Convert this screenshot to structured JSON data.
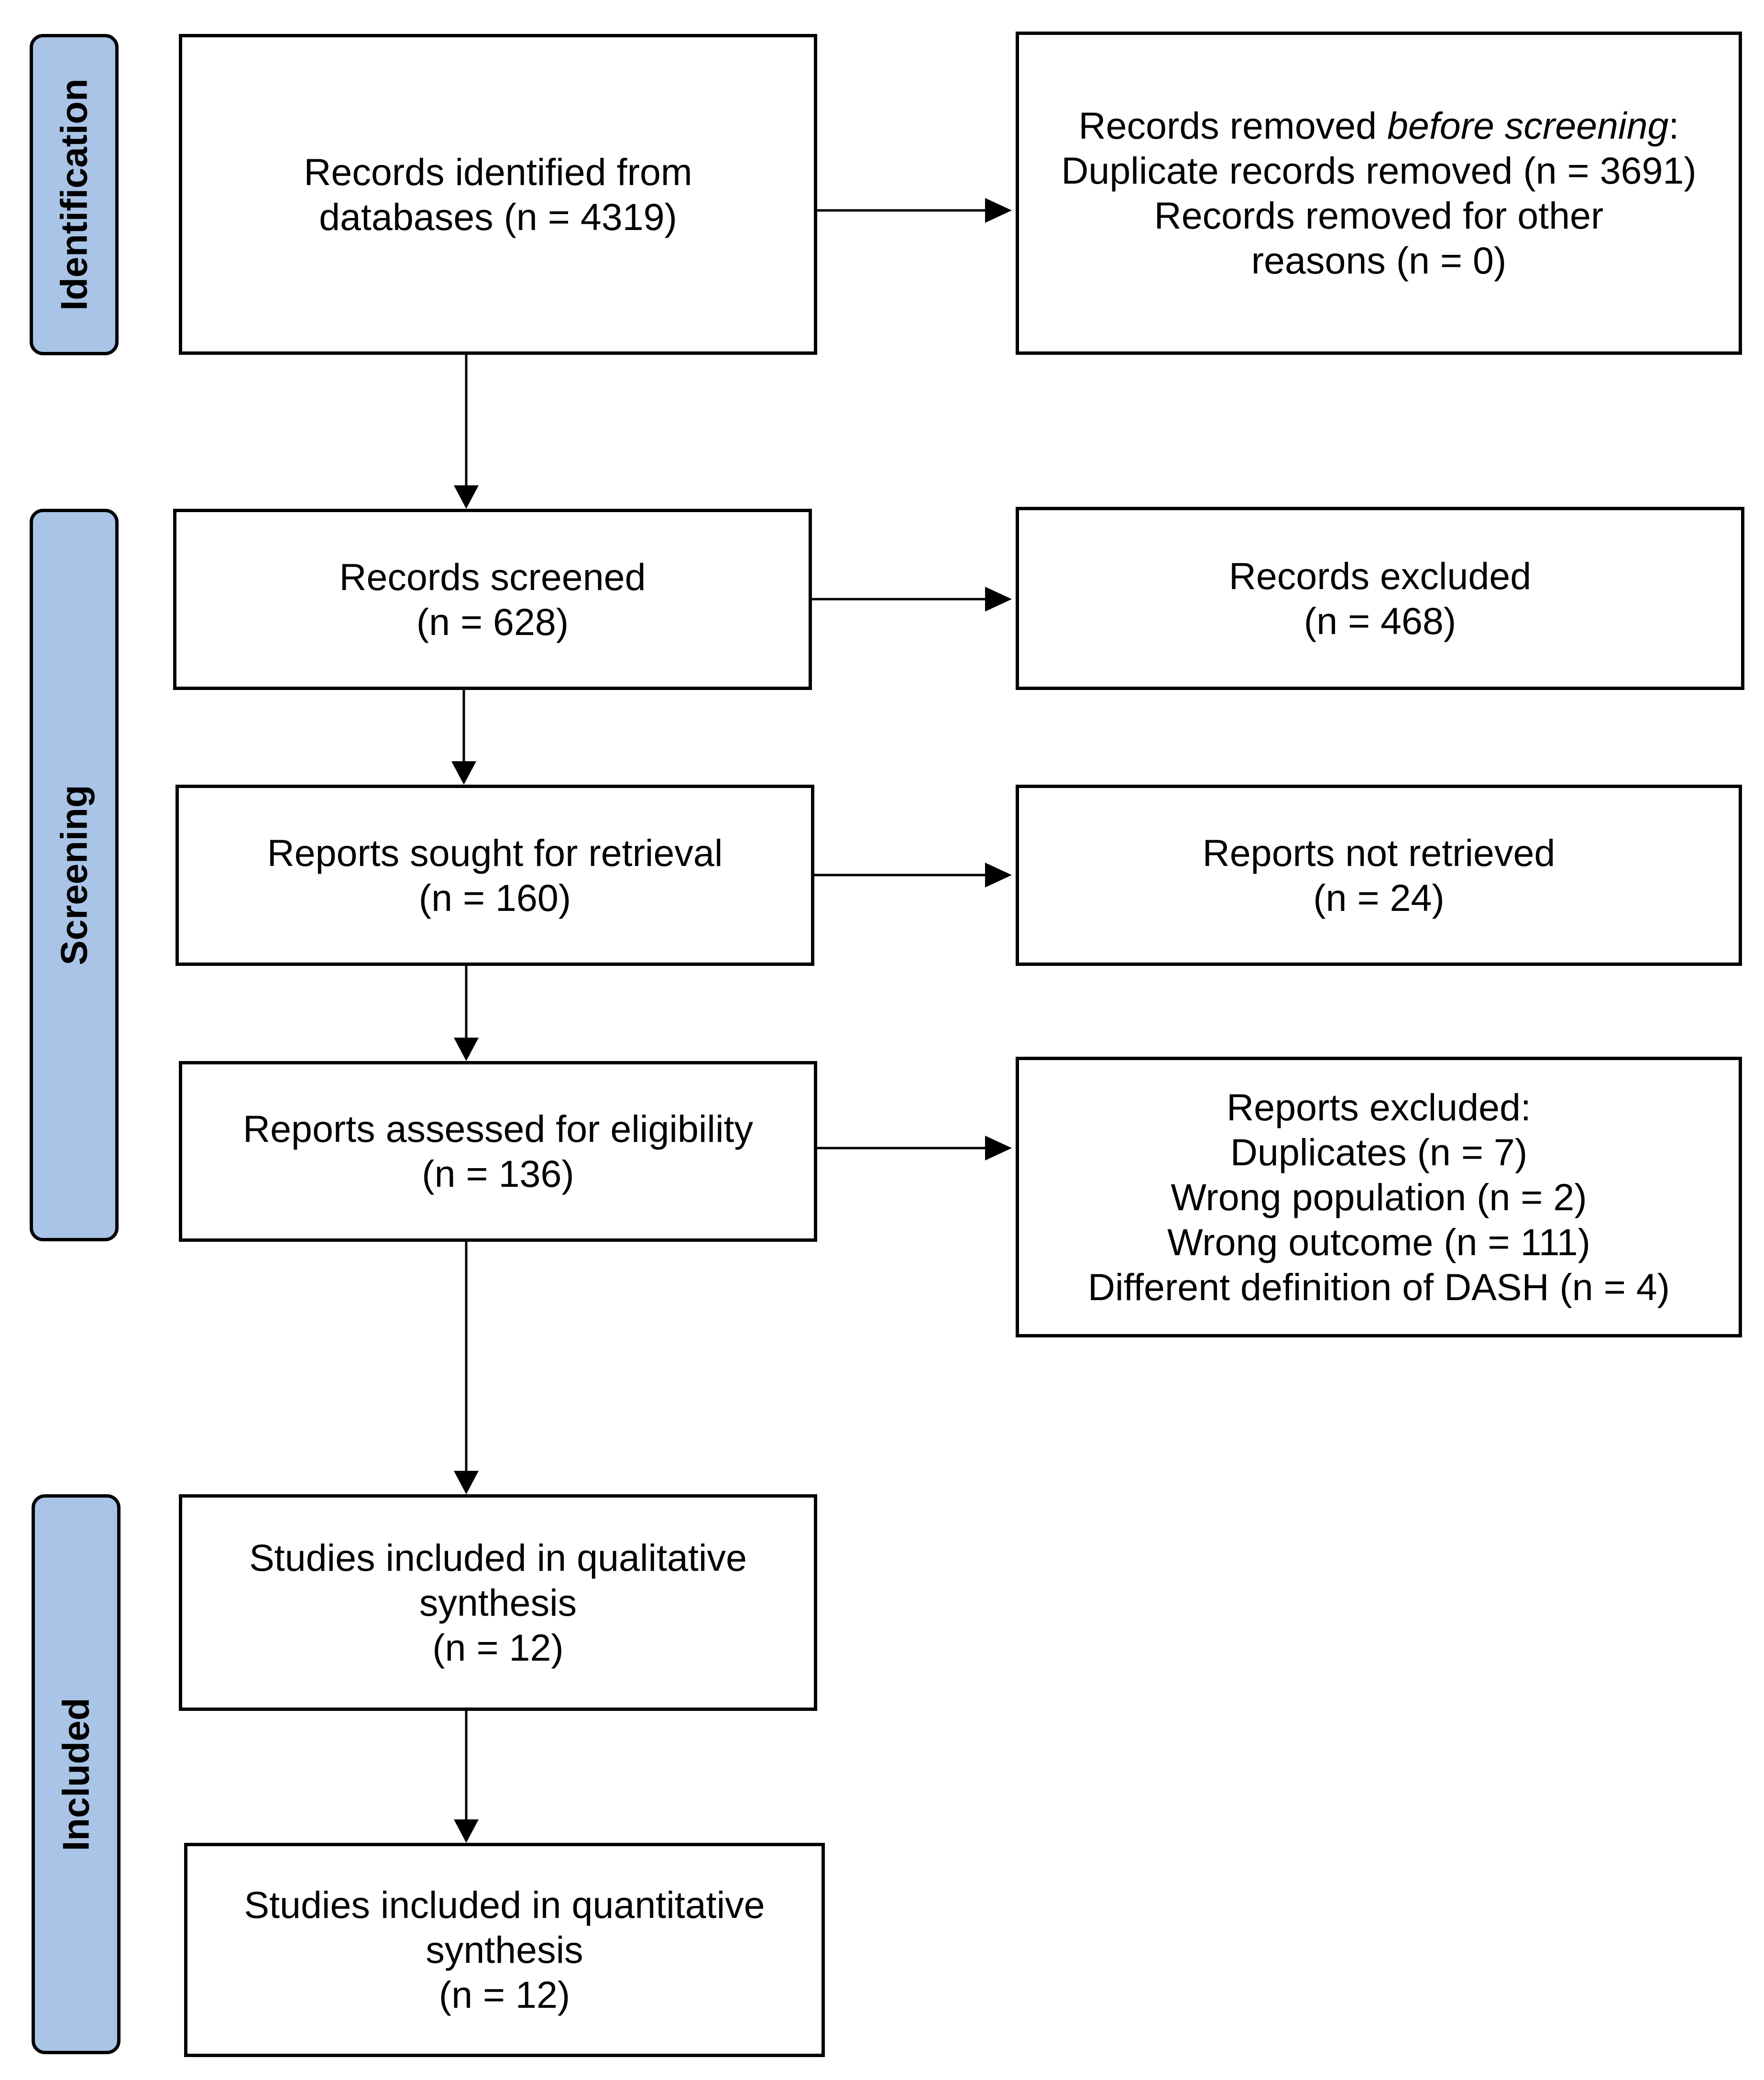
{
  "phases": {
    "identification": "Identification",
    "screening": "Screening",
    "included": "Included"
  },
  "boxes": {
    "records_identified": {
      "line1": "Records identified from",
      "line2": "databases (n = 4319)"
    },
    "records_removed": {
      "heading_prefix": "Records removed ",
      "heading_emphasis": "before screening",
      "heading_suffix": ":",
      "line2": "Duplicate records removed (n = 3691)",
      "line3": "Records removed for other",
      "line4": "reasons (n = 0)"
    },
    "records_screened": {
      "line1": "Records screened",
      "line2": "(n = 628)"
    },
    "records_excluded": {
      "line1": "Records excluded",
      "line2": "(n = 468)"
    },
    "reports_sought": {
      "line1": "Reports sought for retrieval",
      "line2": "(n = 160)"
    },
    "reports_not_retrieved": {
      "line1": "Reports not retrieved",
      "line2": "(n = 24)"
    },
    "reports_assessed": {
      "line1": "Reports assessed for eligibility",
      "line2": "(n = 136)"
    },
    "reports_excluded": {
      "line1": "Reports excluded:",
      "line2": "Duplicates (n = 7)",
      "line3": "Wrong population (n = 2)",
      "line4": "Wrong outcome (n = 111)",
      "line5": "Different definition of DASH (n = 4)"
    },
    "qualitative": {
      "line1": "Studies included in qualitative",
      "line2": "synthesis",
      "line3": "(n = 12)"
    },
    "quantitative": {
      "line1": "Studies included in quantitative",
      "line2": "synthesis",
      "line3": "(n = 12)"
    }
  }
}
